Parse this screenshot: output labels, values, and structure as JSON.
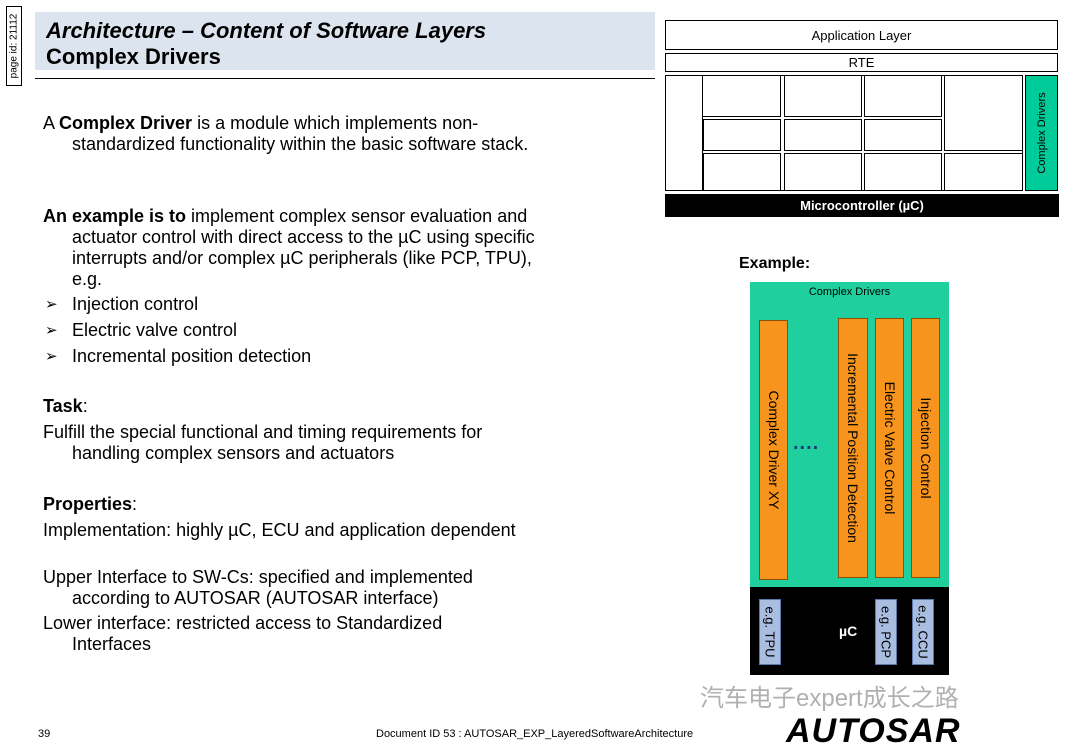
{
  "page_id": "page id: 21112",
  "title": {
    "line1": "Architecture – Content of Software Layers",
    "line2": "Complex Drivers"
  },
  "intro": {
    "prefix": "A ",
    "bold": "Complex Driver",
    "rest": " is a module which implements non-standardized functionality within the basic software stack."
  },
  "example_block": {
    "bold": "An example is to",
    "rest": " implement complex sensor evaluation and actuator control with direct access to the µC using specific interrupts and/or complex µC peripherals (like PCP, TPU), e.g.",
    "bullets": [
      "Injection control",
      "Electric valve control",
      "Incremental position detection"
    ]
  },
  "task": {
    "heading": "Task",
    "text": "Fulfill the special functional and timing requirements for handling complex sensors and actuators"
  },
  "properties": {
    "heading": "Properties",
    "items": [
      "Implementation: highly µC, ECU and application dependent",
      "Upper Interface to SW-Cs: specified and implemented according to AUTOSAR (AUTOSAR interface)",
      "Lower interface: restricted access to Standardized Interfaces"
    ]
  },
  "layer_diagram": {
    "application": "Application Layer",
    "rte": "RTE",
    "complex_drivers": "Complex Drivers",
    "microcontroller": "Microcontroller (µC)",
    "colors": {
      "complex": "#00cc99",
      "micro": "#000000"
    }
  },
  "example": {
    "label": "Example:",
    "header": "Complex Drivers",
    "bars": [
      "Complex Driver XY",
      "Incremental Position Detection",
      "Electric Valve Control",
      "Injection Control"
    ],
    "dots": "....",
    "uc": "µC",
    "chips": [
      "e.g. TPU",
      "e.g. PCP",
      "e.g. CCU"
    ],
    "colors": {
      "background": "#1fcf9e",
      "bar": "#f7941d",
      "chip": "#a9bde0"
    }
  },
  "footer": {
    "page_number": "39",
    "document": "Document ID 53 : AUTOSAR_EXP_LayeredSoftwareArchitecture",
    "logo": "AUTOSAR",
    "watermark": "汽车电子expert成长之路"
  }
}
